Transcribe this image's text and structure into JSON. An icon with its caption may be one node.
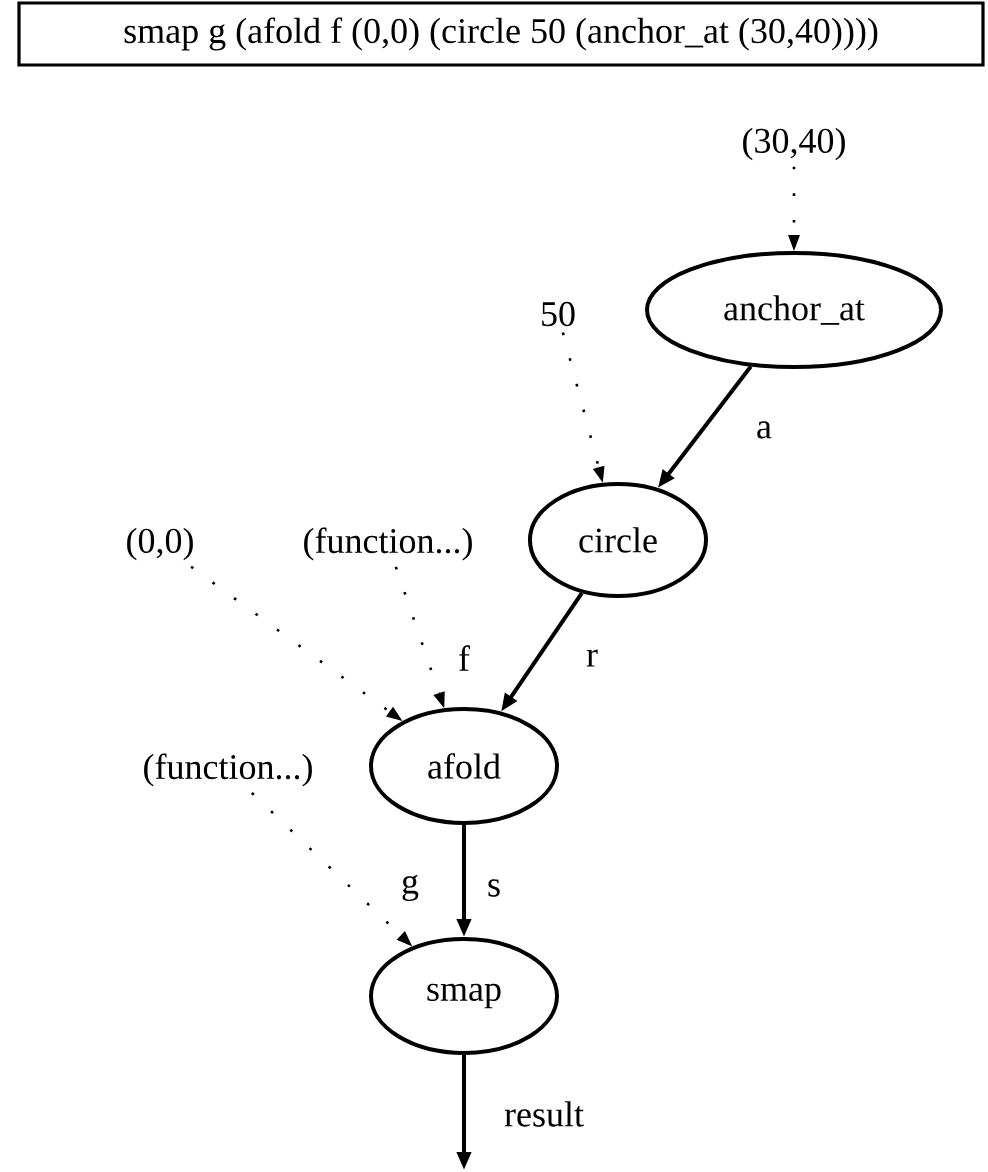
{
  "diagram": {
    "title": "smap g (afold f (0,0) (circle 50 (anchor_at (30,40))))",
    "nodes": [
      {
        "text": [
          "(30,40)"
        ]
      },
      {
        "text": [
          "anchor_at"
        ]
      },
      {
        "text": [
          "50"
        ]
      },
      {
        "text": [
          "circle"
        ]
      },
      {
        "text": [
          "(0,0)"
        ]
      },
      {
        "text": [
          "(function...)"
        ]
      },
      {
        "text": [
          "afold"
        ]
      },
      {
        "text": [
          "(function...)"
        ]
      },
      {
        "text": [
          "smap"
        ]
      }
    ],
    "edges": [
      {
        "from": 0,
        "to": 1,
        "arrow": "to",
        "style": "dashed"
      },
      {
        "from": 1,
        "to": 3,
        "arrow": "to",
        "label": "a"
      },
      {
        "from": 2,
        "to": 3,
        "arrow": "to",
        "style": "dashed"
      },
      {
        "from": 3,
        "to": 6,
        "arrow": "to",
        "label": "r"
      },
      {
        "from": 4,
        "to": 6,
        "arrow": "to",
        "style": "dashed"
      },
      {
        "from": 5,
        "to": 6,
        "arrow": "to",
        "label": "f",
        "style": "dashed"
      },
      {
        "from": 6,
        "to": 8,
        "arrow": "to",
        "label": "s"
      },
      {
        "from": 7,
        "to": 8,
        "arrow": "to",
        "label": "g",
        "style": "dashed"
      },
      {
        "from": 8,
        "to": null,
        "arrow": "to",
        "label": "result"
      }
    ]
  }
}
